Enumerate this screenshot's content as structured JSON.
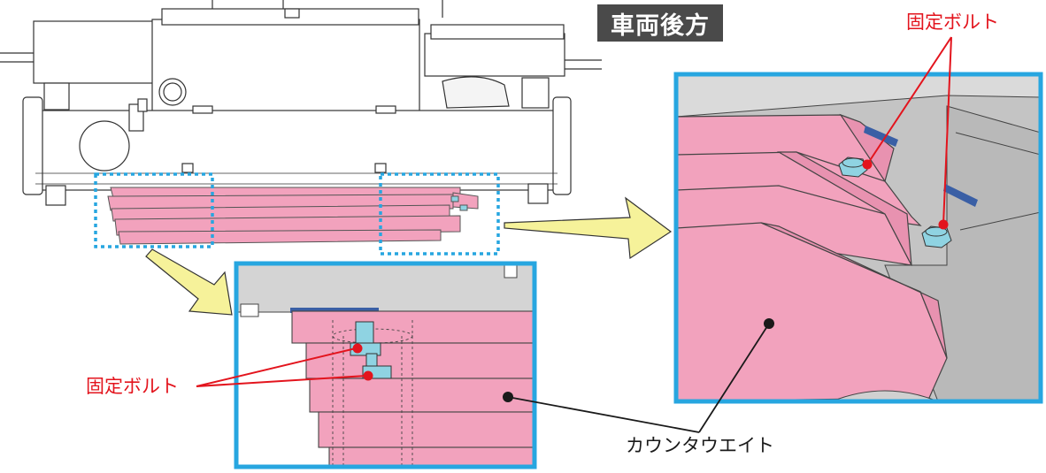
{
  "title": "車両後方",
  "callouts": {
    "bolt_label_top": "固定ボルト",
    "bolt_label_left": "固定ボルト",
    "counterweight_label": "カウンタウエイト"
  },
  "colors": {
    "counterweight": "#f2a2bd",
    "bolt": "#8fd3e2",
    "frame_border": "#27a6e0",
    "leader": "#e3141d",
    "arrow_fill": "#f6f29a",
    "title_bg": "#4a4a4a"
  }
}
